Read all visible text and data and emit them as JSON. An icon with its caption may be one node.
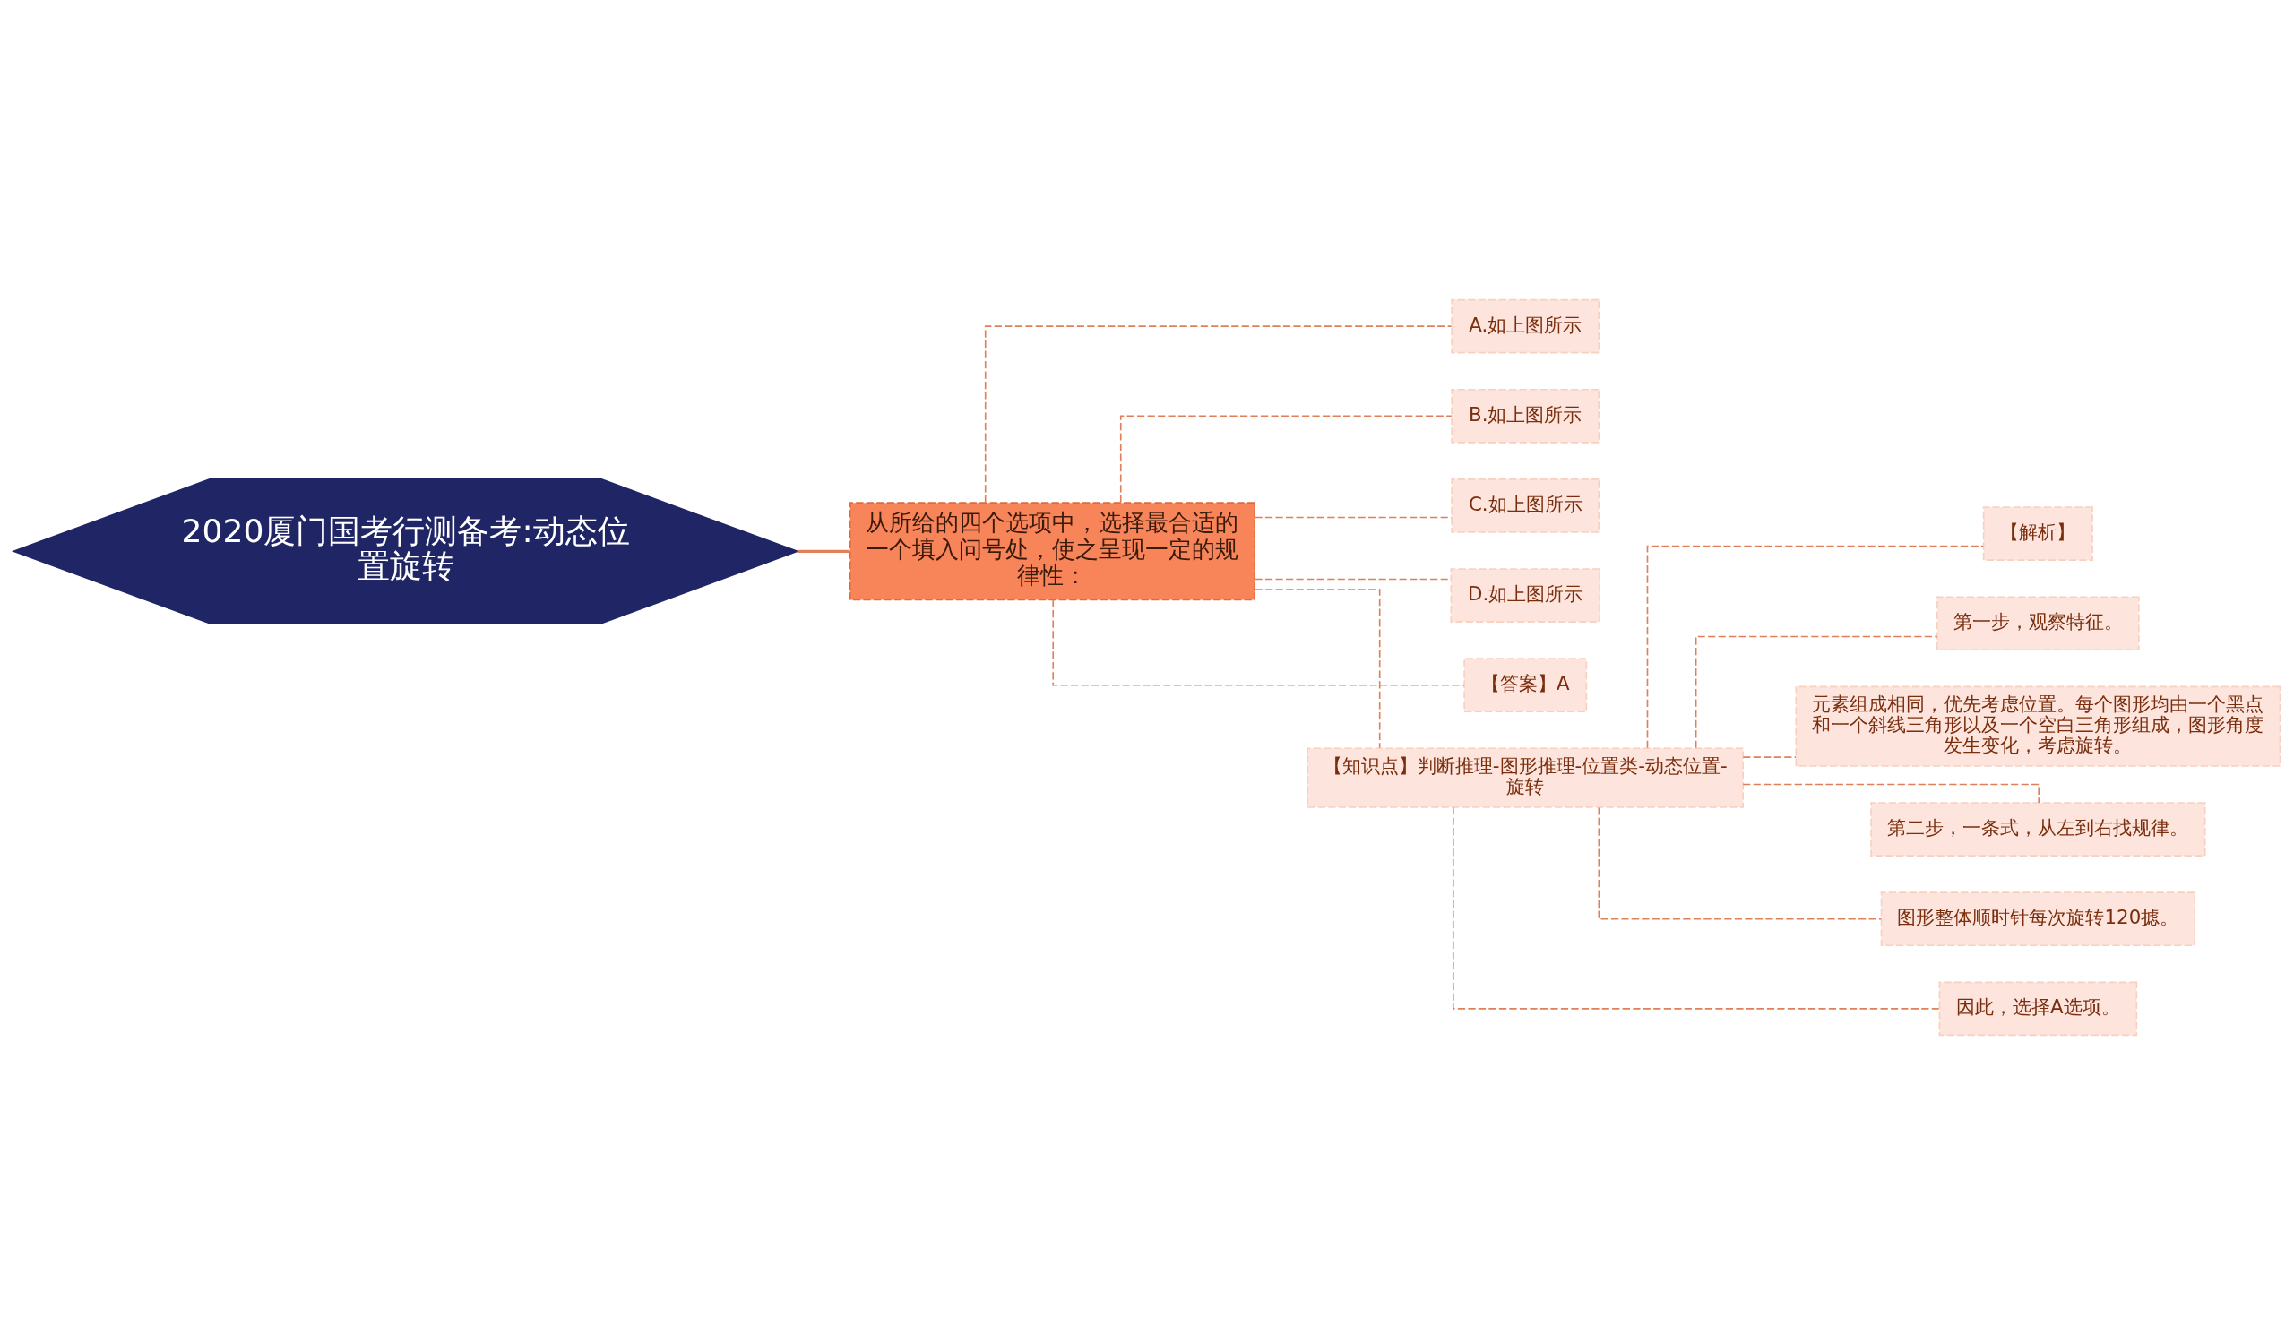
{
  "diagram": {
    "nodes": [
      {
        "text": [
          "2020厦门国考行测备考:动态位置旋转"
        ]
      },
      {
        "text": [
          "从所给的四个选项中，选择最合适的一个填入问号处，使之呈现一定的规律性："
        ]
      },
      {
        "text": [
          "A.如上图所示"
        ]
      },
      {
        "text": [
          "B.如上图所示"
        ]
      },
      {
        "text": [
          "C.如上图所示"
        ]
      },
      {
        "text": [
          "D.如上图所示"
        ]
      },
      {
        "text": [
          "【答案】A"
        ]
      },
      {
        "text": [
          "【知识点】判断推理-图形推理-位置类-动态位置-旋转"
        ]
      },
      {
        "text": [
          "【解析】"
        ]
      },
      {
        "text": [
          "第一步，观察特征。"
        ]
      },
      {
        "text": [
          "元素组成相同，优先考虑位置。每个图形均由一个黑点和一个斜线三角形以及一个空白三角形组成，图形角度发生变化，考虑旋转。"
        ]
      },
      {
        "text": [
          "第二步，一条式，从左到右找规律。"
        ]
      },
      {
        "text": [
          "图形整体顺时针每次旋转120摅。"
        ]
      },
      {
        "text": [
          "因此，选择A选项。"
        ]
      }
    ],
    "edges": [
      {
        "from": 0,
        "to": 1,
        "arrow": "none"
      },
      {
        "from": 1,
        "to": 2,
        "arrow": "none",
        "style": "dashed"
      },
      {
        "from": 1,
        "to": 3,
        "arrow": "none",
        "style": "dashed"
      },
      {
        "from": 1,
        "to": 4,
        "arrow": "none",
        "style": "dashed"
      },
      {
        "from": 1,
        "to": 5,
        "arrow": "none",
        "style": "dashed"
      },
      {
        "from": 1,
        "to": 6,
        "arrow": "none",
        "style": "dashed"
      },
      {
        "from": 1,
        "to": 7,
        "arrow": "none",
        "style": "dashed"
      },
      {
        "from": 7,
        "to": 8,
        "arrow": "none",
        "style": "dashed"
      },
      {
        "from": 7,
        "to": 9,
        "arrow": "none",
        "style": "dashed"
      },
      {
        "from": 7,
        "to": 10,
        "arrow": "none",
        "style": "dashed"
      },
      {
        "from": 7,
        "to": 11,
        "arrow": "none",
        "style": "dashed"
      },
      {
        "from": 7,
        "to": 12,
        "arrow": "none",
        "style": "dashed"
      },
      {
        "from": 7,
        "to": 13,
        "arrow": "none",
        "style": "dashed"
      }
    ]
  }
}
